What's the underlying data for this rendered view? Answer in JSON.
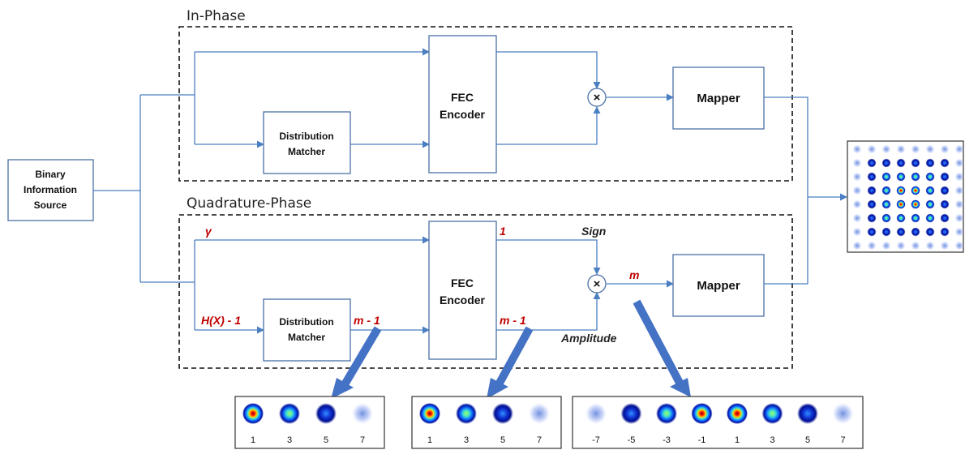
{
  "sections": {
    "in_phase": "In-Phase",
    "quadrature": "Quadrature-Phase"
  },
  "blocks": {
    "source_line1": "Binary",
    "source_line2": "Information",
    "source_line3": "Source",
    "dm_line1": "Distribution",
    "dm_line2": "Matcher",
    "fec_line1": "FEC",
    "fec_line2": "Encoder",
    "mapper": "Mapper",
    "multiply_symbol": "×"
  },
  "signals": {
    "gamma": "γ",
    "hx": "H(X) - 1",
    "m_minus_1_a": "m - 1",
    "m_minus_1_b": "m - 1",
    "one": "1",
    "m": "m",
    "sign": "Sign",
    "amplitude": "Amplitude"
  },
  "distributions": {
    "panel1_ticks": [
      "1",
      "3",
      "5",
      "7"
    ],
    "panel2_ticks": [
      "1",
      "3",
      "5",
      "7"
    ],
    "panel3_ticks": [
      "-7",
      "-5",
      "-3",
      "-1",
      "1",
      "3",
      "5",
      "7"
    ]
  },
  "colors": {
    "wire": "#4a7fc1",
    "signal_text": "#c00000",
    "callout_arrow": "#4472c4"
  }
}
